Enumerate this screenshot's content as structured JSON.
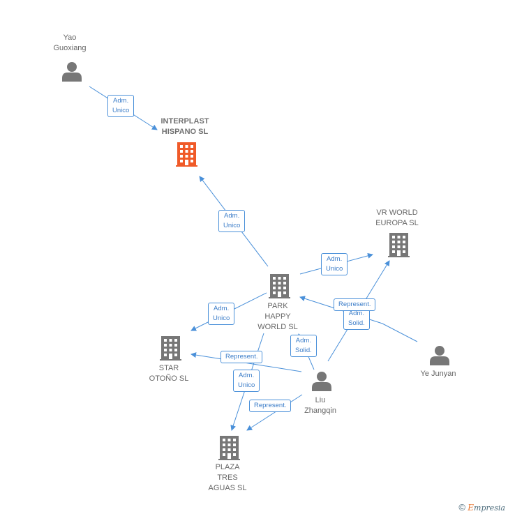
{
  "nodes": {
    "yao": "Yao\nGuoxiang",
    "interplast": "INTERPLAST\nHISPANO SL",
    "vrworld": "VR WORLD\nEUROPA SL",
    "parkhappy": "PARK\nHAPPY\nWORLD SL",
    "star": "STAR\nOTOÑO SL",
    "ye": "Ye Junyan",
    "liu": "Liu\nZhangqin",
    "plaza": "PLAZA\nTRES\nAGUAS SL"
  },
  "tags": {
    "t1": "Adm.\nUnico",
    "t2": "Adm.\nUnico",
    "t3": "Adm.\nUnico",
    "t4": "Adm.\nUnico",
    "t5": "Represent.",
    "t6": "Adm.\nSolid.",
    "t7": "Adm.\nSolid.",
    "t8": "Represent.",
    "t9": "Adm.\nUnico",
    "t10": "Represent."
  },
  "colors": {
    "company": "#777777",
    "company_focus": "#f05a28",
    "person": "#777777",
    "edge": "#4a90d9"
  },
  "icons": {
    "company": "building-icon",
    "person": "person-icon"
  },
  "credit": {
    "symbol": "©",
    "brand_first": "E",
    "brand_rest": "mpresia"
  }
}
